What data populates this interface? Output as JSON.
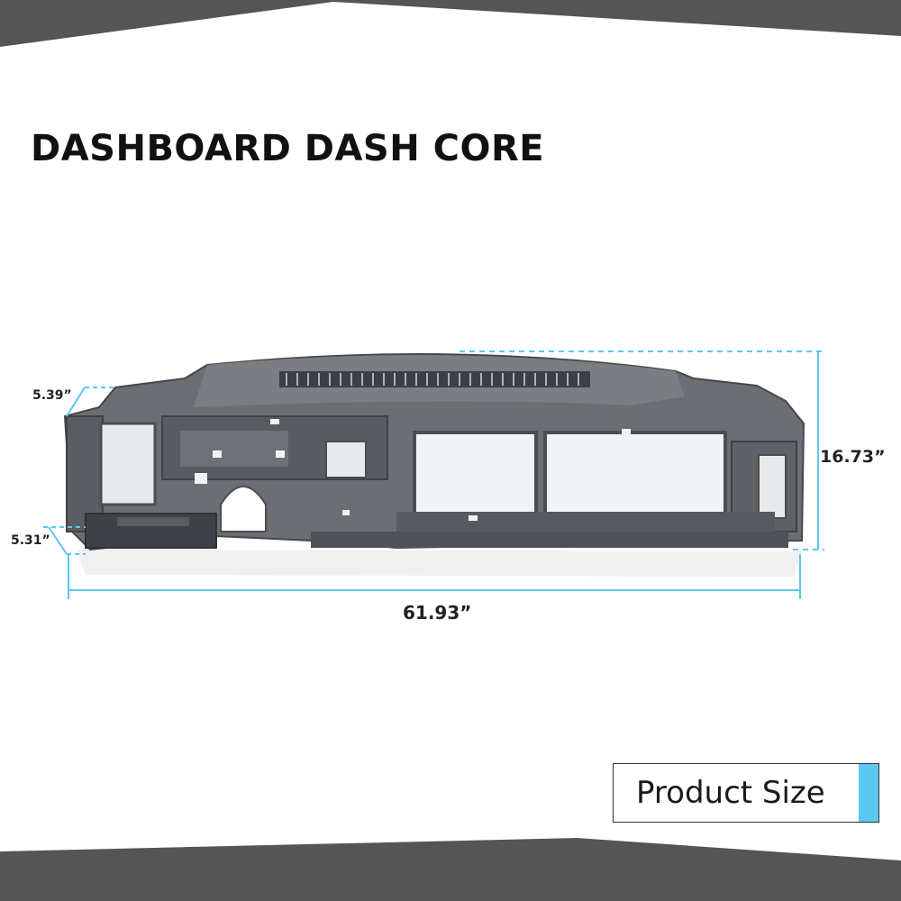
{
  "title": "DASHBOARD DASH CORE",
  "dimensions": {
    "left_top": "5.39”",
    "left_bottom": "5.31”",
    "height": "16.73”",
    "width": "61.93”"
  },
  "badge": {
    "label": "Product Size"
  },
  "colors": {
    "band": "#555555",
    "accent": "#5ac8f0",
    "product": "#6b6f73",
    "product_dark": "#4a4e52",
    "dimension_line": "#5ac8f0"
  },
  "icons": {
    "product": "dashboard-dash-core-image"
  }
}
